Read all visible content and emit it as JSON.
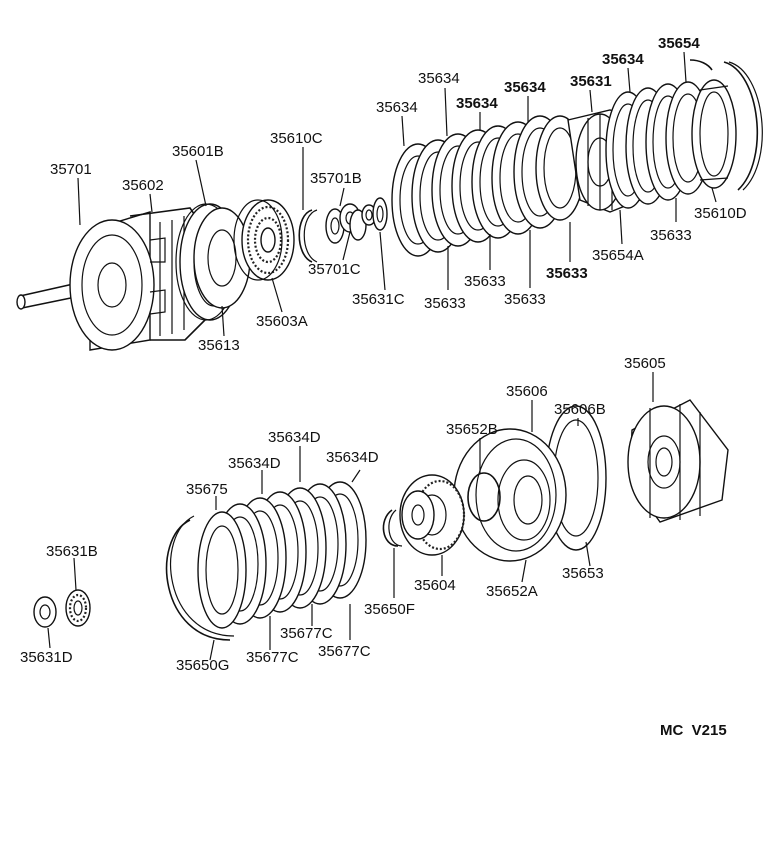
{
  "labels": {
    "l35701": "35701",
    "l35602": "35602",
    "l35601B": "35601B",
    "l35610C": "35610C",
    "l35701B": "35701B",
    "l35701C": "35701C",
    "l35631C": "35631C",
    "l35603A": "35603A",
    "l35613": "35613",
    "l35634_a": "35634",
    "l35634_b": "35634",
    "l35634_c": "35634",
    "l35634_d": "35634",
    "l35634_e": "35634",
    "l35654": "35654",
    "l35631": "35631",
    "l35633_a": "35633",
    "l35633_b": "35633",
    "l35633_c": "35633",
    "l35633_d": "35633",
    "l35633_e": "35633",
    "l35654A": "35654A",
    "l35610D": "35610D",
    "l35605": "35605",
    "l35606": "35606",
    "l35606B": "35606B",
    "l35652B": "35652B",
    "l35652A": "35652A",
    "l35653": "35653",
    "l35604": "35604",
    "l35650F": "35650F",
    "l35634D_a": "35634D",
    "l35634D_b": "35634D",
    "l35634D_c": "35634D",
    "l35675": "35675",
    "l35677C_a": "35677C",
    "l35677C_b": "35677C",
    "l35677C_c": "35677C",
    "l35650G": "35650G",
    "l35631B": "35631B",
    "l35631D": "35631D"
  },
  "diagram_code": "MC  V215"
}
